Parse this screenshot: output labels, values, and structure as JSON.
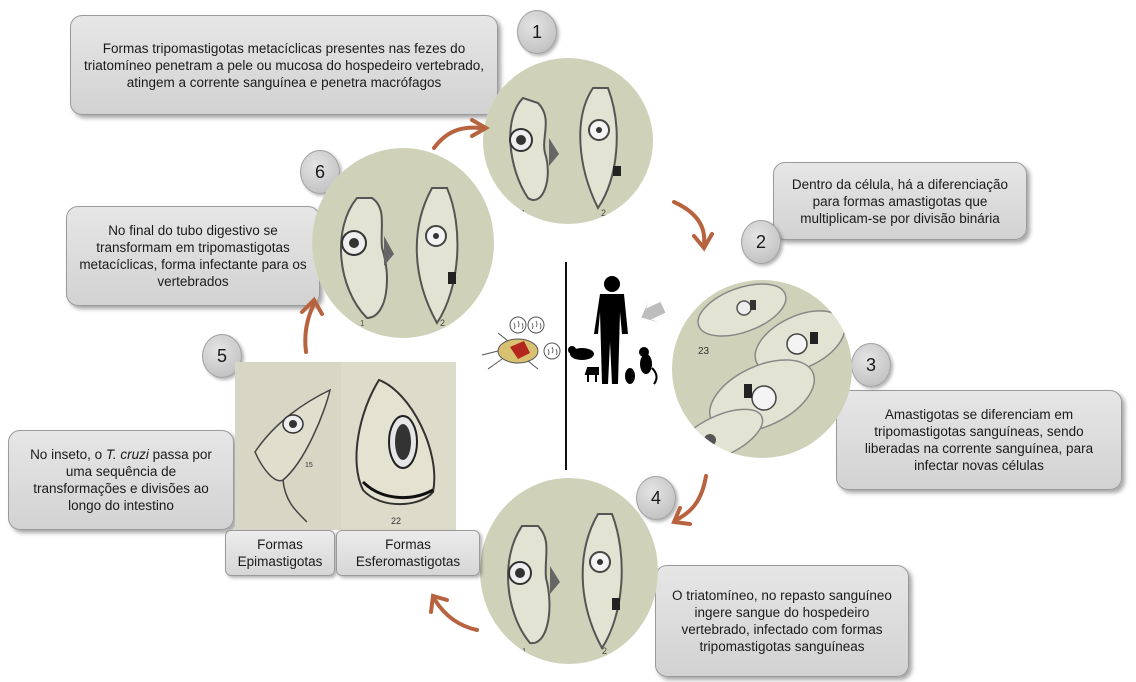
{
  "steps": {
    "1": {
      "number": "1",
      "text": "Formas tripomastigotas metacíclicas presentes nas fezes do triatomíneo  penetram a pele ou mucosa do hospedeiro vertebrado, atingem a corrente sanguínea e penetra macrófagos"
    },
    "2": {
      "number": "2",
      "text": "Dentro da célula, há a diferenciação para formas amastigotas que multiplicam-se por divisão binária"
    },
    "3": {
      "number": "3",
      "text": "Amastigotas se diferenciam em tripomastigotas sanguíneas, sendo liberadas na corrente sanguínea, para infectar novas células"
    },
    "4": {
      "number": "4",
      "text": "O triatomíneo, no repasto sanguíneo ingere sangue do hospedeiro vertebrado, infectado com formas tripomastigotas sanguíneas"
    },
    "5": {
      "number": "5",
      "text_before": "No inseto, o ",
      "text_italic": "T. cruzi",
      "text_after": " passa por uma sequência de transformações e divisões ao longo do intestino"
    },
    "6": {
      "number": "6",
      "text": "No final do tubo digestivo se transformam em tripomastigotas metacíclicas, forma infectante para os vertebrados"
    }
  },
  "forms": {
    "epimastigotas": "Formas Epimastigotas",
    "esferomastigotas": "Formas Esferomastigotas"
  },
  "figure_numbers": {
    "circle_left": "1",
    "circle_right": "2",
    "amastigote_plate": "23",
    "epi_plate": "15",
    "esfero_plate": "22"
  },
  "colors": {
    "arrow": "#b8633f",
    "box_bg": "#dcdcdc",
    "cell_bg": "#cfd2b8"
  }
}
